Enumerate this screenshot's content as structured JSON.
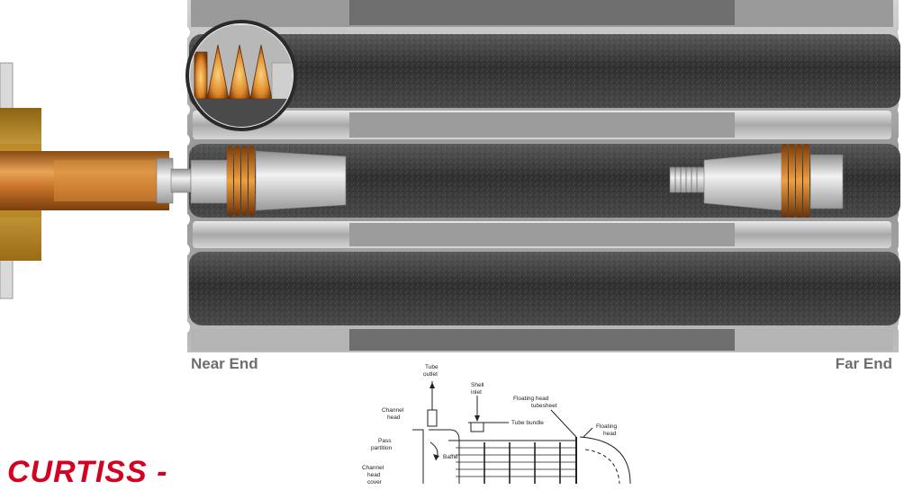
{
  "diagram": {
    "labels": {
      "near_end": "Near End",
      "far_end": "Far End"
    },
    "schematic": {
      "tube_outlet": [
        "Tube",
        "outlet"
      ],
      "shell_inlet": [
        "Shell",
        "inlet"
      ],
      "channel_head": [
        "Channel",
        "head"
      ],
      "pass_partition": [
        "Pass",
        "partition"
      ],
      "baffle": "Baffle",
      "tube_bundle": "Tube bundle",
      "floating_head_tubesheet": [
        "Floating head",
        "tubesheet"
      ],
      "floating_head": [
        "Floating",
        "head"
      ],
      "channel_head_cover": [
        "Channel",
        "head",
        "cover"
      ]
    },
    "brand": "CURTISS -",
    "colors": {
      "brand_red": "#d3001f",
      "tube_dark": "#3a3a3a",
      "sheet_gray": "#8a8a8a",
      "copper": "#c9762c",
      "brass": "#c9962a"
    }
  }
}
